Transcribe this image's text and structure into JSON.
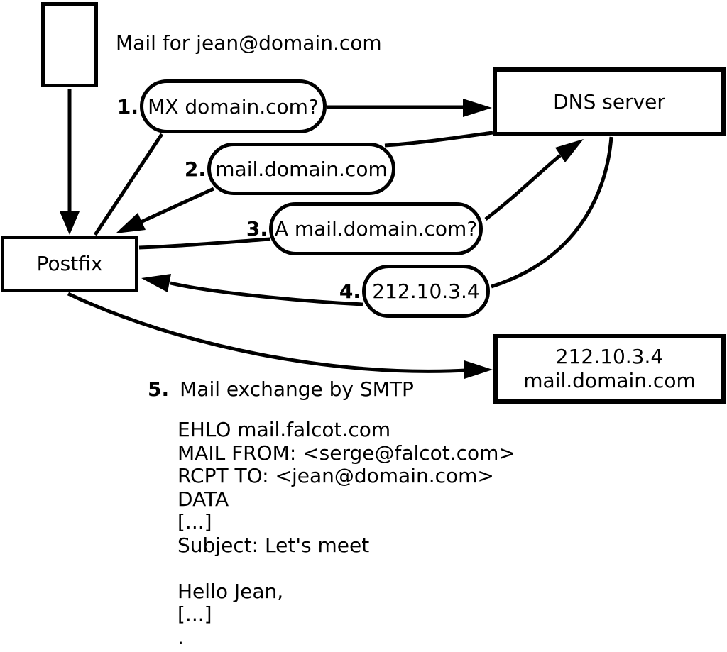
{
  "title": "Mail for jean@domain.com",
  "colors": {
    "ink": "#000000",
    "paper": "#ffffff"
  },
  "nodes": {
    "envelope": {
      "label": ""
    },
    "postfix": {
      "label": "Postfix"
    },
    "dns": {
      "label": "DNS server"
    },
    "mailserver": {
      "line1": "212.10.3.4",
      "line2": "mail.domain.com"
    }
  },
  "steps": [
    {
      "number": "1.",
      "label": "MX domain.com?"
    },
    {
      "number": "2.",
      "label": "mail.domain.com"
    },
    {
      "number": "3.",
      "label": "A mail.domain.com?"
    },
    {
      "number": "4.",
      "label": "212.10.3.4"
    },
    {
      "number": "5.",
      "label": "Mail exchange by SMTP"
    }
  ],
  "smtp_transcript": {
    "lines": [
      "EHLO mail.falcot.com",
      "MAIL FROM: <serge@falcot.com>",
      "RCPT TO: <jean@domain.com>",
      "DATA",
      "[...]",
      "Subject: Let's meet",
      "",
      "Hello Jean,",
      "[...]",
      "."
    ]
  }
}
